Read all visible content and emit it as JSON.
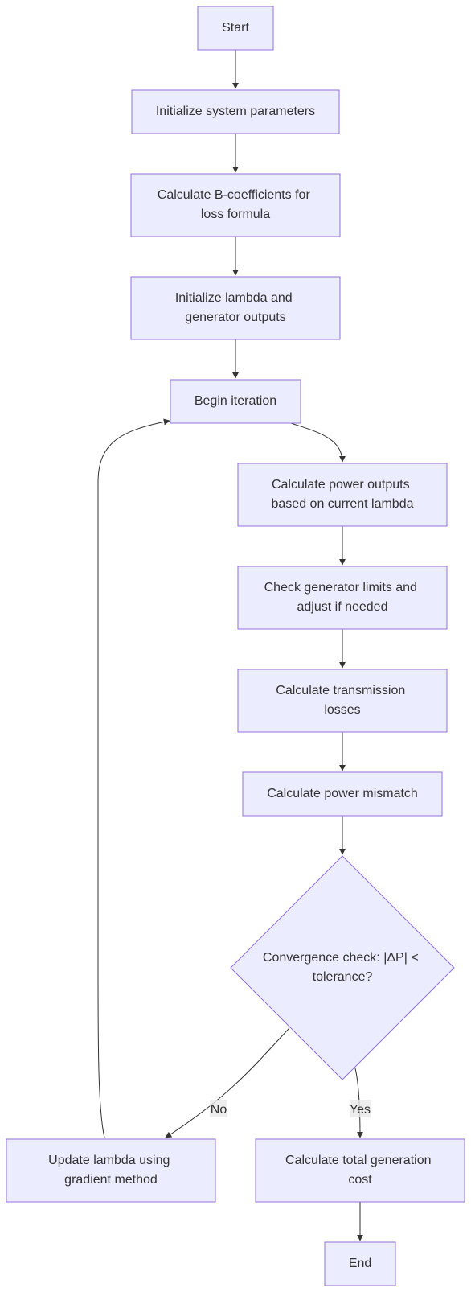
{
  "colors": {
    "node_fill": "#ECECFF",
    "node_stroke": "#9370DB",
    "edge": "#333333",
    "text": "#333333",
    "edge_label_bg": "#e8e8e8"
  },
  "nodes": {
    "start": [
      "Start"
    ],
    "init_params": [
      "Initialize system parameters"
    ],
    "b_coeff": [
      "Calculate B-coefficients for",
      "loss formula"
    ],
    "init_lambda": [
      "Initialize lambda and",
      "generator outputs"
    ],
    "begin_iter": [
      "Begin iteration"
    ],
    "calc_power": [
      "Calculate power outputs",
      "based on current lambda"
    ],
    "check_limits": [
      "Check generator limits and",
      "adjust if needed"
    ],
    "calc_losses": [
      "Calculate transmission",
      "losses"
    ],
    "calc_mismatch": [
      "Calculate power mismatch"
    ],
    "convergence": [
      "Convergence check: |ΔP| <",
      "tolerance?"
    ],
    "update_lambda": [
      "Update lambda using",
      "gradient method"
    ],
    "total_cost": [
      "Calculate total generation",
      "cost"
    ],
    "end": [
      "End"
    ]
  },
  "edge_labels": {
    "no": "No",
    "yes": "Yes"
  }
}
